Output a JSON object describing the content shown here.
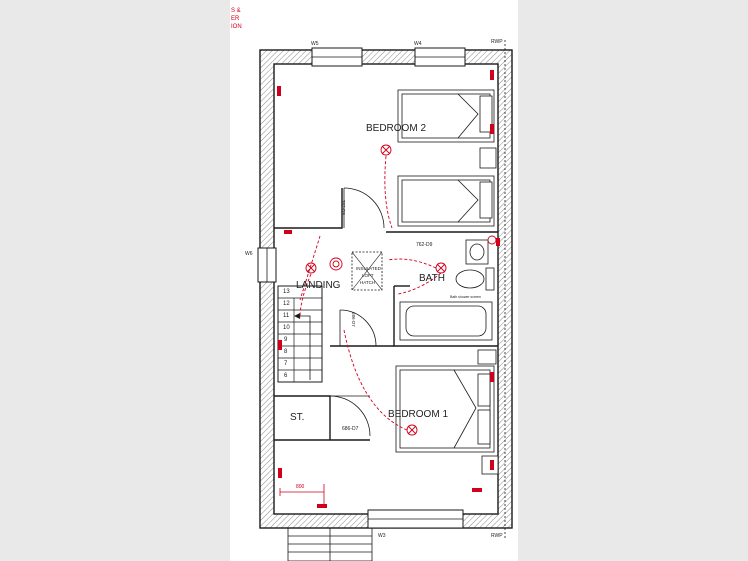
{
  "notes": [
    "S &",
    "ER",
    "ION"
  ],
  "rooms": {
    "bedroom2": "BEDROOM 2",
    "bedroom1": "BEDROOM 1",
    "landing": "LANDING",
    "bath": "BATH",
    "store": "ST."
  },
  "windows": {
    "w5": "W5",
    "w4": "W4",
    "w6": "W6",
    "w3": "W3"
  },
  "rwp_top": "RWP",
  "rwp_bottom": "RWP",
  "doors": {
    "d_bed2": "762-D9",
    "d_bed2_side": "762-D9",
    "d_landing": "686-D7",
    "d_store": "686-D7"
  },
  "stairs": [
    "13",
    "12",
    "11",
    "10",
    "9",
    "8",
    "7",
    "6"
  ],
  "loft_hatch": [
    "INSULATED",
    "LOFT",
    "HATCH"
  ],
  "dimension": "800",
  "bath_note": "Bath shower screen",
  "colors": {
    "wall": "#1a1a1a",
    "electrical": "#d0001c",
    "sheet": "#ffffff",
    "background": "#e9e9e9"
  }
}
